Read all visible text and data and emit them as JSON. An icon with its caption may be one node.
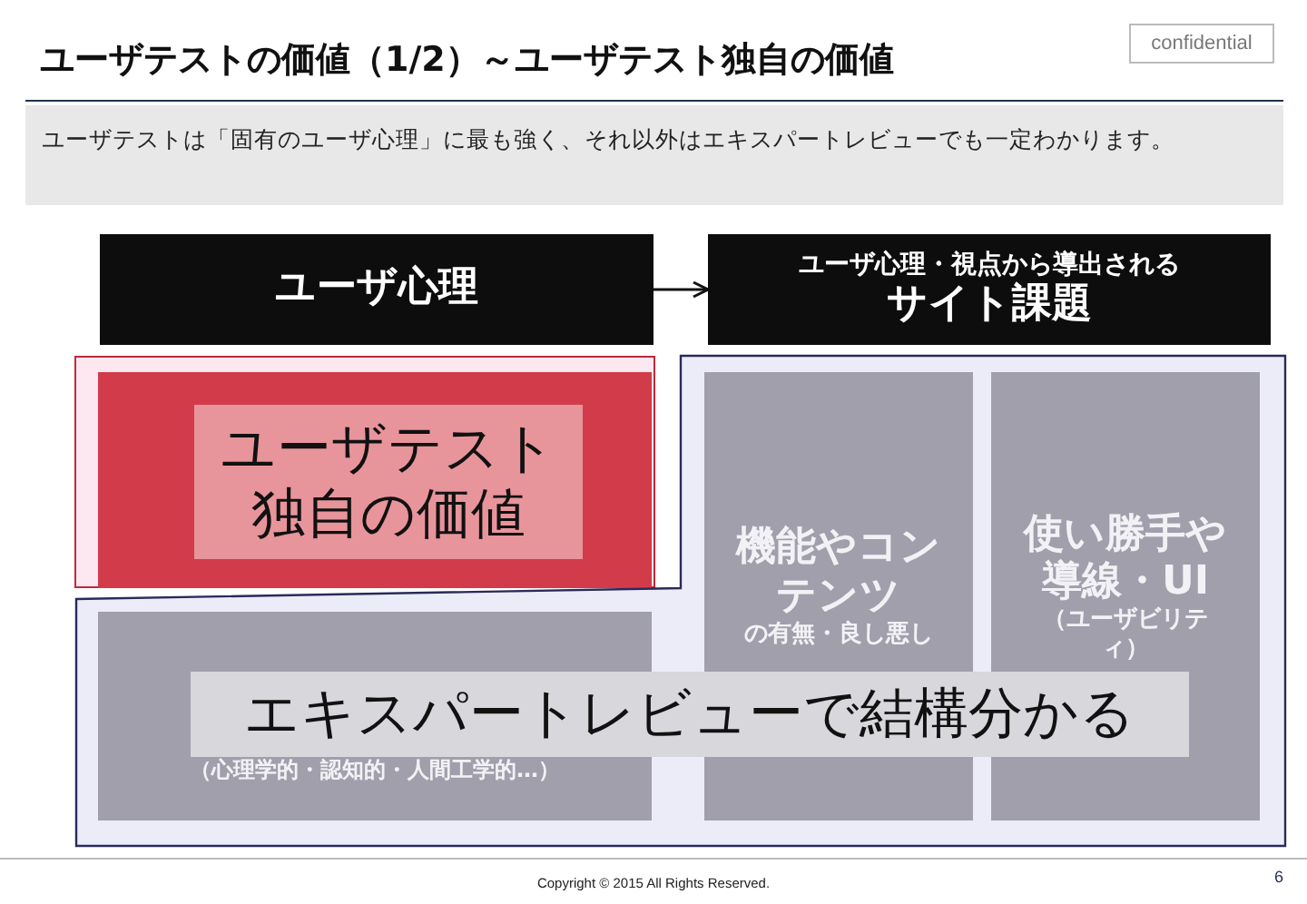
{
  "diagram": {
    "title": "ユーザテストの価値（1/2）～ユーザテスト独自の価値",
    "nodes": [
      {
        "text": [
          "ユーザ心理"
        ]
      },
      {
        "text": [
          "ユーザ心理・視点から導出される",
          "サイト課題"
        ]
      },
      {
        "text": [],
        "shape": "box"
      },
      {
        "text": [],
        "shape": "box",
        "in": 2
      },
      {
        "text": [
          "ユーザテスト独自の価値"
        ],
        "in": 3
      },
      {
        "text": [],
        "shape": "box"
      },
      {
        "text": [
          "（心理学的・認知的・人間工学的…）"
        ],
        "in": 5
      },
      {
        "text": [
          "機能やコンテンツ",
          "の有無・良し悪し"
        ],
        "in": 5
      },
      {
        "text": [
          "使い勝手や導線・UI",
          "（ユーザビリティ）"
        ],
        "in": 5
      },
      {
        "text": [
          "エキスパートレビューで結構分かる"
        ],
        "in": 5
      }
    ],
    "edges": [
      {
        "from": 0,
        "to": 1,
        "arrow": "to"
      }
    ],
    "labels": [
      "confidential",
      "ユーザテストは「固有のユーザ心理」に最も強く、それ以外はエキスパートレビューでも一定わかります。",
      "Copyright © 2015 All Rights Reserved.",
      "6"
    ]
  }
}
